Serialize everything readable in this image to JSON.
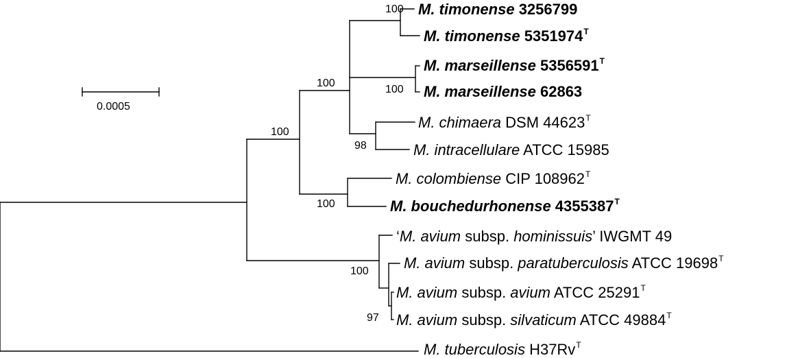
{
  "scale_bar": {
    "label": "0.0005"
  },
  "leaves": [
    {
      "id": "timonense-3256799",
      "prefix": "",
      "species": "M. timonense",
      "middle": "",
      "infra": "",
      "suffix": " 3256799",
      "type_strain": "",
      "bold": true
    },
    {
      "id": "timonense-5351974",
      "prefix": "",
      "species": "M. timonense",
      "middle": "",
      "infra": "",
      "suffix": " 5351974",
      "type_strain": "T",
      "bold": true
    },
    {
      "id": "marseillense-5356591",
      "prefix": "",
      "species": "M. marseillense",
      "middle": "",
      "infra": "",
      "suffix": " 5356591",
      "type_strain": "T",
      "bold": true
    },
    {
      "id": "marseillense-62863",
      "prefix": "",
      "species": "M. marseillense",
      "middle": "",
      "infra": "",
      "suffix": " 62863",
      "type_strain": "",
      "bold": true
    },
    {
      "id": "chimaera",
      "prefix": "",
      "species": "M. chimaera",
      "middle": "",
      "infra": "",
      "suffix": " DSM 44623",
      "type_strain": "T",
      "bold": false
    },
    {
      "id": "intracellulare",
      "prefix": "",
      "species": "M. intracellulare",
      "middle": "",
      "infra": "",
      "suffix": " ATCC 15985",
      "type_strain": "",
      "bold": false
    },
    {
      "id": "colombiense",
      "prefix": "",
      "species": "M. colombiense",
      "middle": "",
      "infra": "",
      "suffix": " CIP 108962",
      "type_strain": "T",
      "bold": false
    },
    {
      "id": "bouchedurhonense",
      "prefix": "",
      "species": "M. bouchedurhonense",
      "middle": "",
      "infra": "",
      "suffix": " 4355387",
      "type_strain": "T",
      "bold": true
    },
    {
      "id": "hominissuis",
      "prefix": "‘",
      "species": "M. avium",
      "middle": " subsp. ",
      "infra": "hominissuis",
      "suffix": "’ IWGMT 49",
      "type_strain": "",
      "bold": false
    },
    {
      "id": "paratuberculosis",
      "prefix": "",
      "species": "M. avium",
      "middle": " subsp. ",
      "infra": "paratuberculosis",
      "suffix": " ATCC 19698",
      "type_strain": "T",
      "bold": false
    },
    {
      "id": "avium",
      "prefix": "",
      "species": "M. avium",
      "middle": " subsp. ",
      "infra": "avium",
      "suffix": " ATCC 25291",
      "type_strain": "T",
      "bold": false
    },
    {
      "id": "silvaticum",
      "prefix": "",
      "species": "M. avium",
      "middle": " subsp. ",
      "infra": "silvaticum",
      "suffix": " ATCC 49884",
      "type_strain": "T",
      "bold": false
    },
    {
      "id": "tuberculosis",
      "prefix": "",
      "species": "M. tuberculosis",
      "middle": "",
      "infra": "",
      "suffix": " H37Rv",
      "type_strain": "T",
      "bold": false
    }
  ],
  "support_values": [
    {
      "id": "timonense-clade",
      "value": "100"
    },
    {
      "id": "ingroup-clade",
      "value": "100"
    },
    {
      "id": "marseillense-clade",
      "value": "100"
    },
    {
      "id": "mac-clade",
      "value": "100"
    },
    {
      "id": "chimaera-clade",
      "value": "98"
    },
    {
      "id": "colombiense-clade",
      "value": "100"
    },
    {
      "id": "avium-clade",
      "value": "100"
    },
    {
      "id": "avium-subclade",
      "value": "97"
    }
  ]
}
